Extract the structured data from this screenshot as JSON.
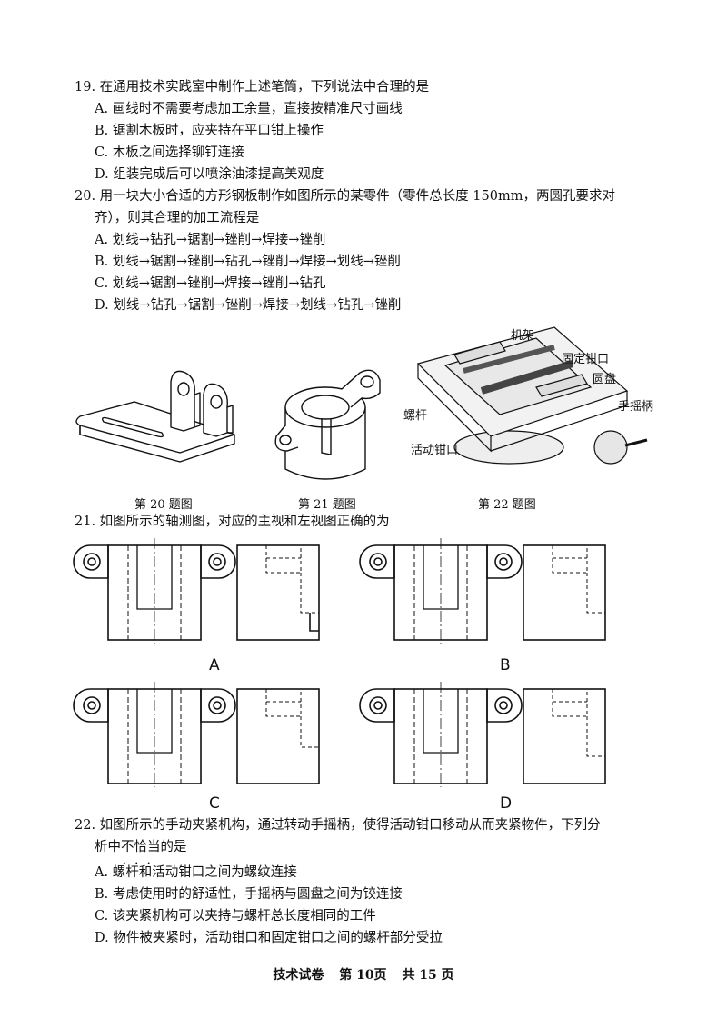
{
  "q19": {
    "stem": "19. 在通用技术实践室中制作上述笔筒，下列说法中合理的是",
    "options": [
      "A. 画线时不需要考虑加工余量，直接按精准尺寸画线",
      "B. 锯割木板时，应夹持在平口钳上操作",
      "C. 木板之间选择铆钉连接",
      "D. 组装完成后可以喷涂油漆提高美观度"
    ]
  },
  "q20": {
    "stem_line1": "20. 用一块大小合适的方形钢板制作如图所示的某零件（零件总长度 150mm，两圆孔要求对",
    "stem_line2": "齐），则其合理的加工流程是",
    "options": [
      "A. 划线→钻孔→锯割→锉削→焊接→锉削",
      "B. 划线→锯割→锉削→钻孔→锉削→焊接→划线→锉削",
      "C. 划线→锯割→锉削→焊接→锉削→钻孔",
      "D. 划线→钻孔→锯割→锉削→焊接→划线→钻孔→锉削"
    ]
  },
  "figures": {
    "fig20_caption": "第 20 题图",
    "fig21_caption": "第 21 题图",
    "fig22_caption": "第 22 题图",
    "fig22_labels": {
      "frame": "机架",
      "fixed_jaw": "固定钳口",
      "disc": "圆盘",
      "crank": "手摇柄",
      "screw": "螺杆",
      "movable_jaw": "活动钳口"
    }
  },
  "q21": {
    "stem": "21. 如图所示的轴测图，对应的主视和左视图正确的为",
    "option_labels": [
      "A",
      "B",
      "C",
      "D"
    ]
  },
  "q22": {
    "stem_line1": "22. 如图所示的手动夹紧机构，通过转动手摇柄，使得活动钳口移动从而夹紧物件，下列分",
    "stem_line2_a": "析中",
    "stem_line2_emph": "不恰当",
    "stem_line2_b": "的是",
    "options": [
      "A. 螺杆和活动钳口之间为螺纹连接",
      "B. 考虑使用时的舒适性，手摇柄与圆盘之间为铰连接",
      "C. 该夹紧机构可以夹持与螺杆总长度相同的工件",
      "D. 物件被夹紧时，活动钳口和固定钳口之间的螺杆部分受拉"
    ]
  },
  "footer": {
    "subject": "技术试卷",
    "page": "第 10页",
    "total": "共 15 页"
  }
}
